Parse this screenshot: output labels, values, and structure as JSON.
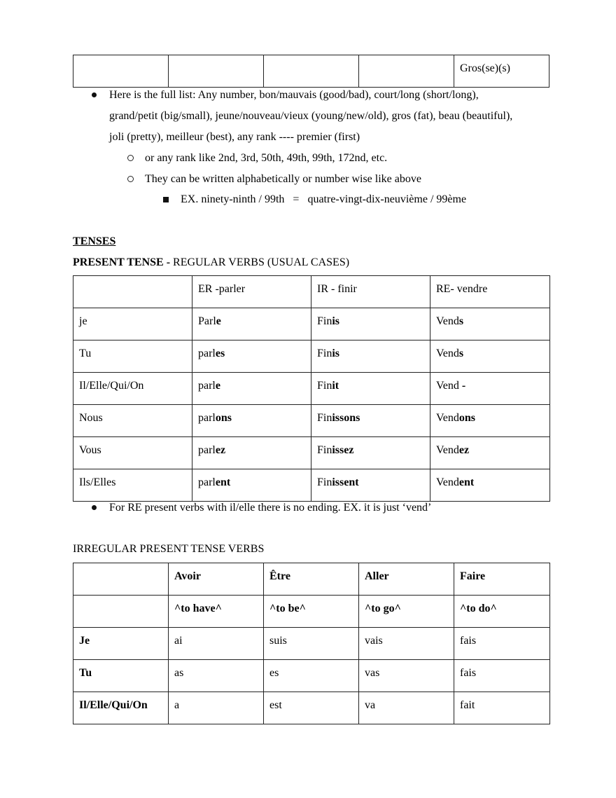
{
  "top_table": {
    "cells": [
      "",
      "",
      "",
      "",
      "Gros(se)(s)"
    ]
  },
  "adjectives_note": {
    "bullet_lines": [
      "Here is the full list: Any number, bon/mauvais (good/bad), court/long (short/long),",
      "grand/petit (big/small), jeune/nouveau/vieux (young/new/old), gros (fat), beau (beautiful),",
      "joli (pretty), meilleur (best), any rank ---- premier (first)"
    ],
    "sub_bullets": [
      "or any rank like 2nd, 3rd, 50th, 49th, 99th, 172nd, etc.",
      "They can be written alphabetically or number wise like above"
    ],
    "sub_sub_bullet": "EX. ninety-ninth / 99th   =   quatre-vingt-dix-neuvième / 99ème"
  },
  "tenses": {
    "heading": "TENSES",
    "present_heading_bold": "PRESENT TENSE -",
    "present_heading_rest": " REGULAR VERBS (USUAL CASES)"
  },
  "regular_table": {
    "headers": [
      "",
      "ER -parler",
      "IR - finir",
      "RE- vendre"
    ],
    "rows": [
      {
        "pronoun": "je",
        "er": [
          "Parl",
          "e"
        ],
        "ir": [
          "Fin",
          "is"
        ],
        "re": [
          "Vend",
          "s"
        ]
      },
      {
        "pronoun": "Tu",
        "er": [
          "parl",
          "es"
        ],
        "ir": [
          "Fin",
          "is"
        ],
        "re": [
          "Vend",
          "s"
        ]
      },
      {
        "pronoun": "Il/Elle/Qui/On",
        "er": [
          "parl",
          "e"
        ],
        "ir": [
          "Fin",
          "it"
        ],
        "re": [
          "Vend ",
          "-"
        ]
      },
      {
        "pronoun": "Nous",
        "er": [
          "parl",
          "ons"
        ],
        "ir": [
          "Fin",
          "issons"
        ],
        "re": [
          "Vend",
          "ons"
        ]
      },
      {
        "pronoun": "Vous",
        "er": [
          "parl",
          "ez"
        ],
        "ir": [
          "Fin",
          "issez"
        ],
        "re": [
          "Vend",
          "ez"
        ]
      },
      {
        "pronoun": "Ils/Elles",
        "er": [
          "parl",
          "ent"
        ],
        "ir": [
          "Fin",
          "issent"
        ],
        "re": [
          "Vend",
          "ent"
        ]
      }
    ]
  },
  "re_note": "For RE present verbs with il/elle there is no ending. EX. it is just ‘vend’",
  "irregular": {
    "heading": "IRREGULAR PRESENT TENSE VERBS",
    "headers": [
      "",
      "Avoir",
      "Être",
      "Aller",
      "Faire"
    ],
    "translations": [
      "",
      "^to have^",
      "^to be^",
      "^to go^",
      "^to do^"
    ],
    "rows": [
      {
        "pronoun": "Je",
        "cells": [
          "ai",
          "suis",
          "vais",
          "fais"
        ]
      },
      {
        "pronoun": "Tu",
        "cells": [
          "as",
          "es",
          "vas",
          "fais"
        ]
      },
      {
        "pronoun": "Il/Elle/Qui/On",
        "cells": [
          "a",
          "est",
          "va",
          "fait"
        ]
      }
    ]
  }
}
